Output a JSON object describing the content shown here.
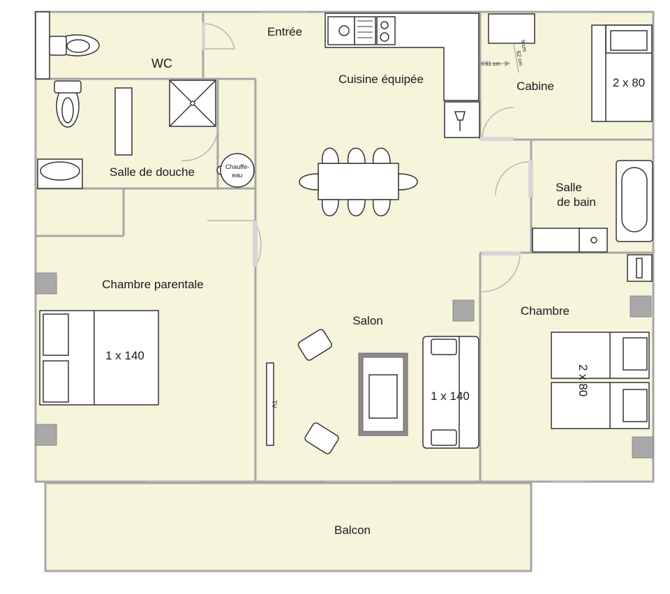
{
  "rooms": {
    "entree": "Entrée",
    "wc": "WC",
    "cuisine": "Cuisine équipée",
    "cabine": "Cabine",
    "salle_douche": "Salle de douche",
    "chauffe_eau_1": "Chauffe-",
    "chauffe_eau_2": "eau",
    "salle_bain_1": "Salle",
    "salle_bain_2": "de bain",
    "chambre_parentale": "Chambre parentale",
    "salon": "Salon",
    "chambre": "Chambre",
    "balcon": "Balcon"
  },
  "beds": {
    "cabine": "2 x 80",
    "parentale": "1 x 140",
    "salon_sofa": "1 x 140",
    "chambre": "2 x 80"
  },
  "dimensions": {
    "width": "61 cm",
    "depth": "62 cm",
    "height": "9 cm"
  },
  "tv_label": "TV",
  "colors": {
    "floor": "#f7f4dc",
    "wall": "#a6a6a6",
    "furniture_stroke": "#333333",
    "radiator": "#a8a8a8",
    "rug": "#8c8c8c"
  }
}
